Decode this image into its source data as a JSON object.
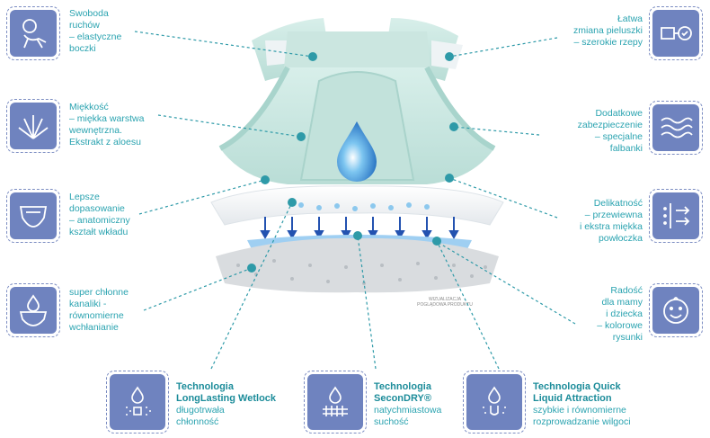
{
  "features_left": [
    {
      "icon": "baby-icon",
      "lines": [
        "Swoboda",
        "ruchów",
        "– elastyczne",
        "boczki"
      ]
    },
    {
      "icon": "aloe-icon",
      "lines": [
        "Miękkość",
        "– miękka warstwa",
        "wewnętrzna.",
        "Ekstrakt z aloesu"
      ]
    },
    {
      "icon": "diaper-icon",
      "lines": [
        "Lepsze",
        "dopasowanie",
        "– anatomiczny",
        "kształt wkładu"
      ]
    },
    {
      "icon": "absorbent-diaper-icon",
      "lines": [
        "super chłonne",
        "kanaliki -",
        "równomierne",
        "wchłanianie"
      ]
    }
  ],
  "features_right": [
    {
      "icon": "easy-change-icon",
      "lines": [
        "Łatwa",
        "zmiana pieluszki",
        "– szerokie rzepy"
      ]
    },
    {
      "icon": "waves-icon",
      "lines": [
        "Dodatkowe",
        "zabezpieczenie",
        "– specjalne",
        "falbanki"
      ]
    },
    {
      "icon": "breathable-icon",
      "lines": [
        "Delikatność",
        "– przewiewna",
        "i ekstra miękka",
        "powłoczka"
      ]
    },
    {
      "icon": "smiley-baby-icon",
      "lines": [
        "Radość",
        "dla mamy",
        "i dziecka",
        "– kolorowe",
        "rysunki"
      ]
    }
  ],
  "technologies": [
    {
      "icon": "wetlock-icon",
      "title_lines": [
        "Technologia",
        "LongLasting Wetlock"
      ],
      "desc_lines": [
        "długotrwała",
        "chłonność"
      ]
    },
    {
      "icon": "secondry-icon",
      "title_lines": [
        "Technologia",
        "SeconDRY®"
      ],
      "desc_lines": [
        "natychmiastowa",
        "suchość"
      ]
    },
    {
      "icon": "quick-liquid-icon",
      "title_lines": [
        "Technologia Quick",
        "Liquid Attraction"
      ],
      "desc_lines": [
        "szybkie i równomierne",
        "rozprowadzanie wilgoci"
      ]
    }
  ],
  "caption": [
    "WIZUALIZACJA",
    "POGLĄDOWA PRODUKTU"
  ],
  "colors": {
    "icon_bg": "#6f83bf",
    "text": "#2aa3b0",
    "dot": "#2e9aa8",
    "mint": "#cfe9e4"
  }
}
